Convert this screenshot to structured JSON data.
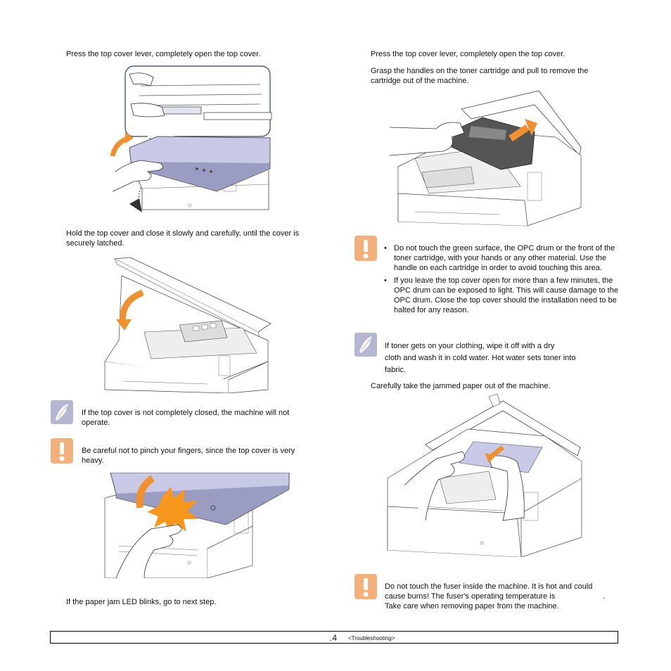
{
  "left": {
    "step_open": "Press the top cover lever, completely open the top cover.",
    "step_close": "Hold the top cover and close it slowly and carefully, until the cover is securely latched.",
    "note_closed": "If the top cover is not completely closed, the machine will not operate.",
    "caution_pinch": "Be careful not to pinch your fingers, since the top cover is very heavy.",
    "step_led": "If the paper jam LED blinks, go to next step."
  },
  "right": {
    "step_open": "Press the top cover lever, completely open the top cover.",
    "step_grasp": "Grasp the handles on the toner cartridge and pull to remove the cartridge out of the machine.",
    "caution_items": [
      "Do not touch the green surface, the OPC drum or the front of the toner cartridge, with your hands or any other material. Use the handle on each cartridge in order to avoid touching this area.",
      "If you leave the top cover open for more than a few minutes, the OPC drum can be exposed to light. This will cause damage to the OPC drum. Close the top cover should the installation need to be halted for any reason."
    ],
    "bullet": "•",
    "note_toner_lines": [
      "If toner gets on your clothing, wipe it off with a dry",
      "cloth and wash it in cold water. Hot water sets toner into",
      "fabric."
    ],
    "step_take": "Carefully take the jammed paper out of the machine.",
    "caution_fuser_lines": [
      "Do not touch the fuser inside the machine. It is hot and could",
      "cause burns! The fuser's operating temperature is",
      "Take care when removing paper from the machine."
    ],
    "fuser_period": "."
  },
  "footer": {
    "page": ".4",
    "section": "<Troubleshooting>"
  },
  "colors": {
    "caution_icon": "#f4b07a",
    "note_icon": "#b4b6d4",
    "cover": "#c7c9e6",
    "arrow": "#f0912f",
    "pinch_burst": "#f7981d",
    "callout_border": "#2a3d8f"
  }
}
